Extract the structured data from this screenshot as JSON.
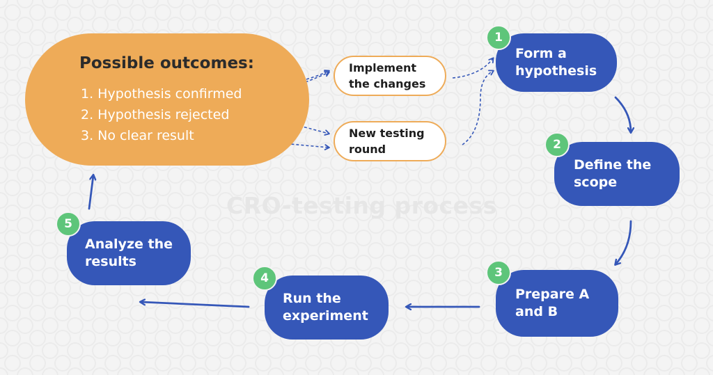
{
  "colors": {
    "step_fill": "#3557b8",
    "outcomes_fill": "#eeab58",
    "badge_fill": "#5ec57a",
    "connector": "#3557b8"
  },
  "watermark": "CRO-testing process",
  "outcomes": {
    "title": "Possible outcomes:",
    "items": [
      "1. Hypothesis confirmed",
      "2. Hypothesis rejected",
      "3. No clear result"
    ]
  },
  "actions": [
    {
      "label": "Implement the changes"
    },
    {
      "label": "New testing round"
    }
  ],
  "steps": [
    {
      "number": "1",
      "label": "Form a hypothesis"
    },
    {
      "number": "2",
      "label": "Define the scope"
    },
    {
      "number": "3",
      "label": "Prepare A and B"
    },
    {
      "number": "4",
      "label": "Run the experiment"
    },
    {
      "number": "5",
      "label": "Analyze the results"
    }
  ]
}
